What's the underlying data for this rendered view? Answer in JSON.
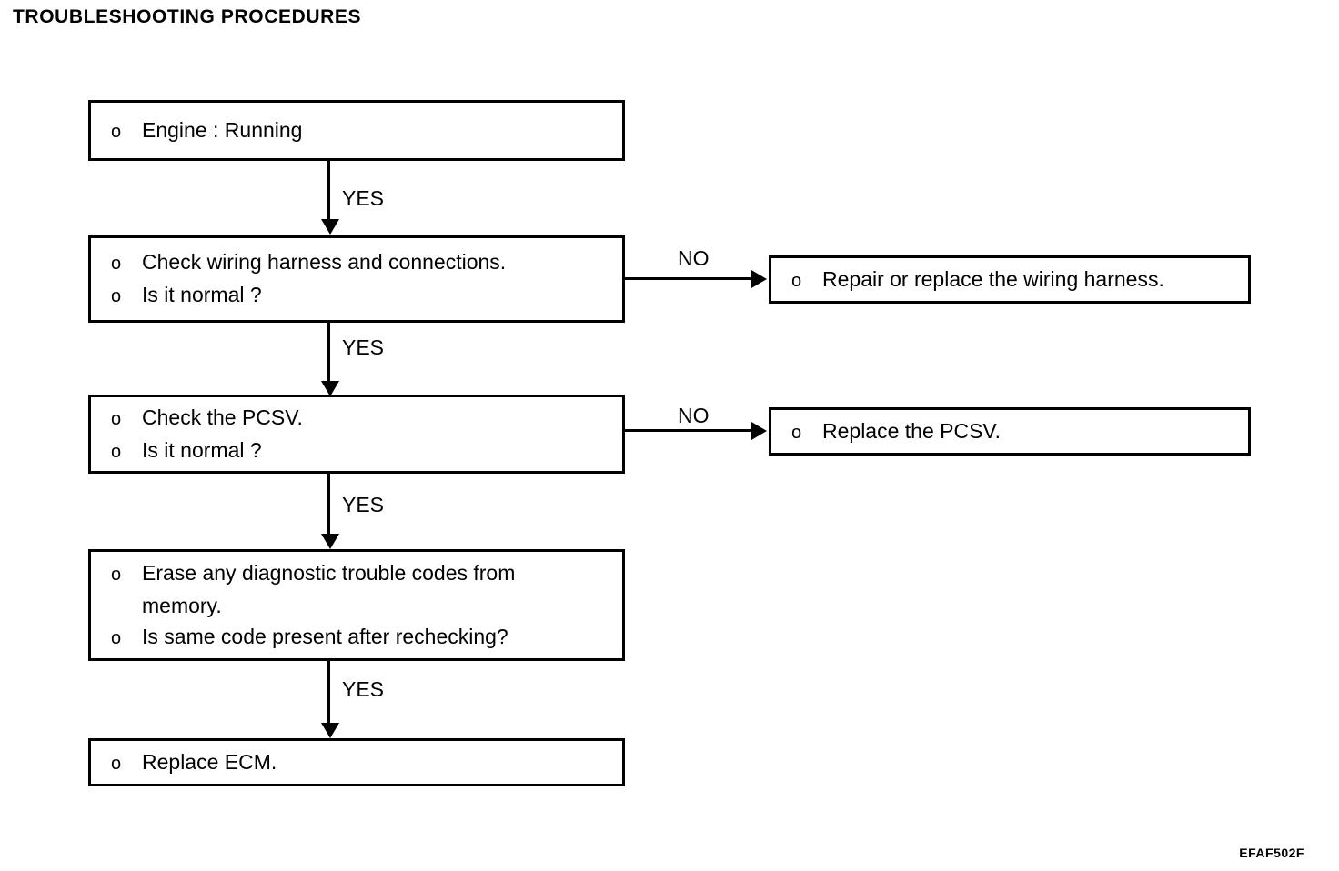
{
  "page": {
    "title": "TROUBLESHOOTING PROCEDURES",
    "figure_code": "EFAF502F",
    "ink_color": "#000000",
    "background_color": "#ffffff"
  },
  "bullet_glyph": "o",
  "flow": {
    "boxes": [
      {
        "id": "engine",
        "lines": [
          "Engine : Running"
        ]
      },
      {
        "id": "wiring",
        "lines": [
          "Check wiring harness and connections.",
          "Is it normal ?"
        ]
      },
      {
        "id": "pcsv",
        "lines": [
          "Check the PCSV.",
          "Is it normal ?"
        ]
      },
      {
        "id": "erase",
        "lines": [
          "Erase any diagnostic trouble codes from",
          "Is same code present after rechecking?"
        ],
        "continuation": "memory."
      },
      {
        "id": "ecm",
        "lines": [
          "Replace ECM."
        ]
      },
      {
        "id": "repair-harness",
        "lines": [
          "Repair or replace the wiring harness."
        ]
      },
      {
        "id": "replace-pcsv",
        "lines": [
          "Replace the PCSV."
        ]
      }
    ],
    "connectors": {
      "yes_1": "YES",
      "yes_2": "YES",
      "yes_3": "YES",
      "yes_4": "YES",
      "no_1": "NO",
      "no_2": "NO"
    }
  }
}
